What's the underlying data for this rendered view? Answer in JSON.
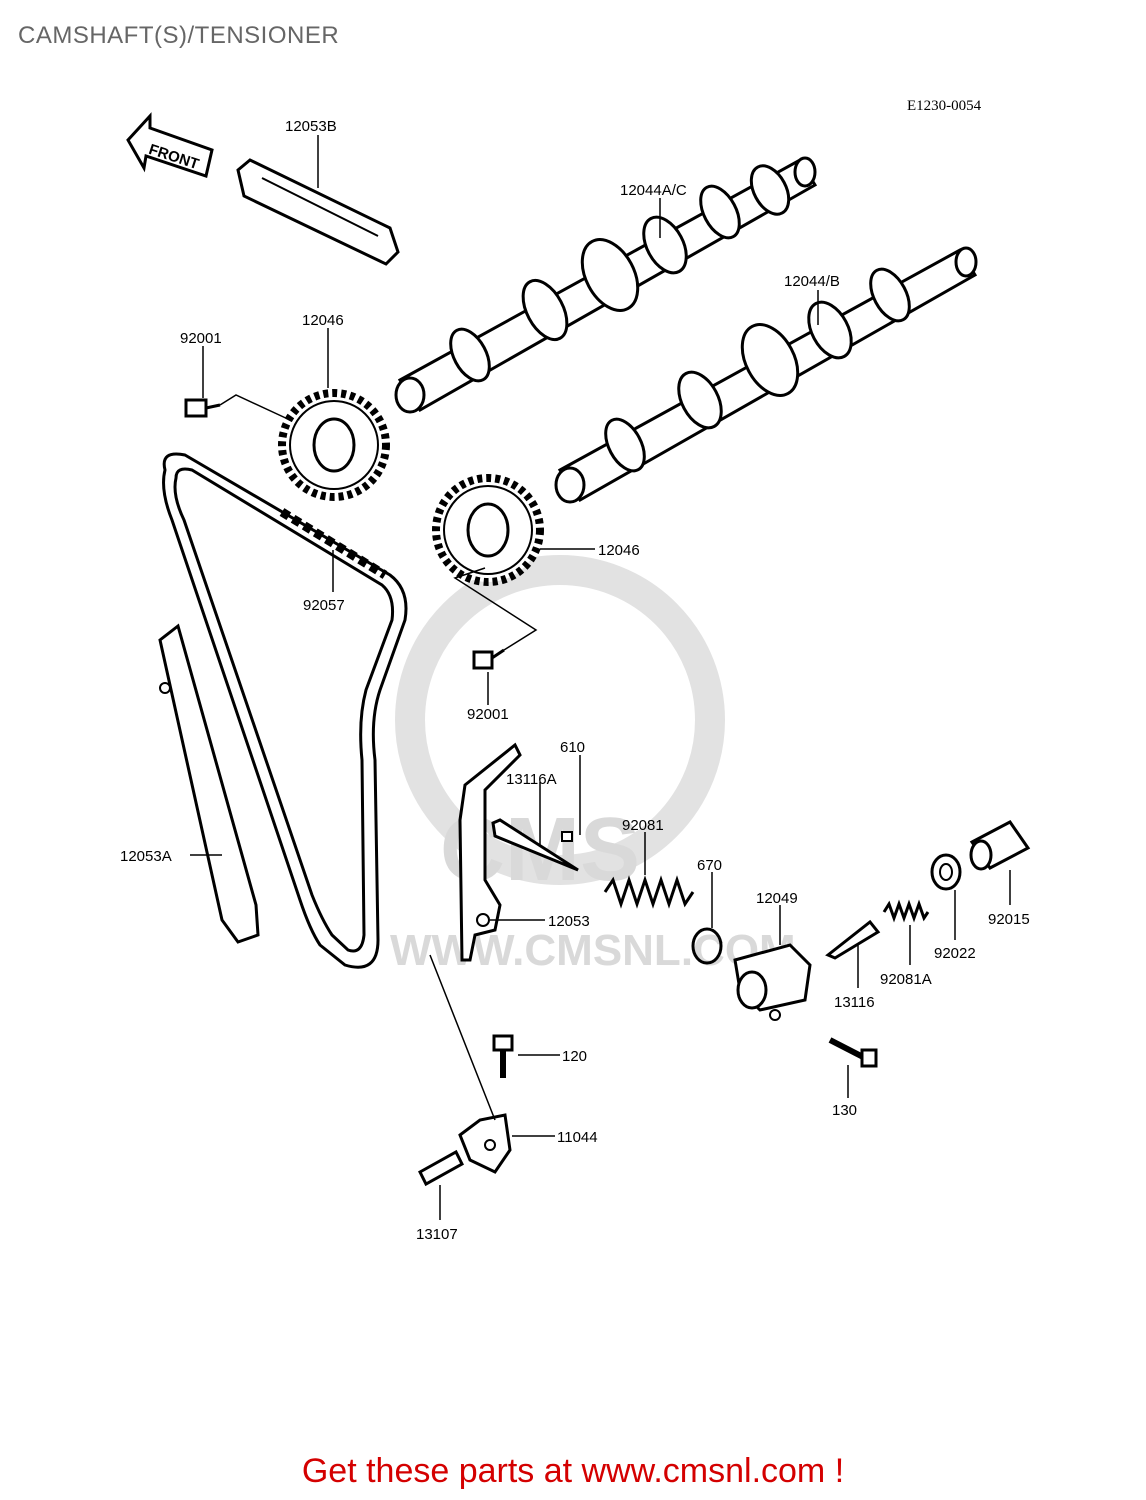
{
  "page_title": "CAMSHAFT(S)/TENSIONER",
  "diagram_code": "E1230-0054",
  "front_arrow": "FRONT",
  "watermark": {
    "brand": "CMS",
    "url": "WWW.CMSNL.COM"
  },
  "parts": {
    "p12053B": "12053B",
    "p12044AC": "12044A/C",
    "p12044B": "12044/B",
    "p92001_top": "92001",
    "p12046_top": "12046",
    "p12046_mid": "12046",
    "p92057": "92057",
    "p92001_mid": "92001",
    "p610": "610",
    "p13116A": "13116A",
    "p92081": "92081",
    "p670": "670",
    "p12049": "12049",
    "p12053A": "12053A",
    "p12053": "12053",
    "p92015": "92015",
    "p92022": "92022",
    "p92081A": "92081A",
    "p13116": "13116",
    "p120": "120",
    "p130": "130",
    "p11044": "11044",
    "p13107": "13107"
  },
  "footer_text": "Get these parts at www.cmsnl.com !"
}
